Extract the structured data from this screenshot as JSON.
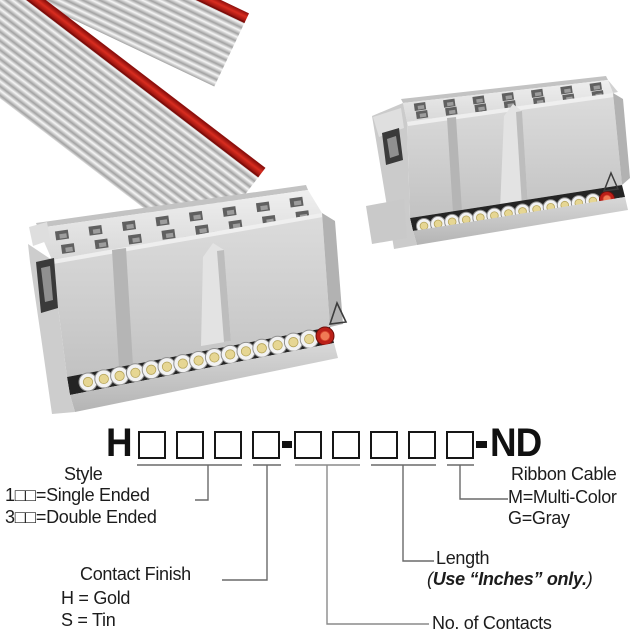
{
  "product_photo": {
    "description_colors": {
      "cable_gray": "#c6c6c6",
      "stripe_red": "#c21b15",
      "connector_gray": "#d2d2d2",
      "contact_gold": "#e6d693",
      "pin1_red": "#bb2018"
    },
    "left_connector_contacts": 16,
    "right_connector_contacts": 14
  },
  "part_number": {
    "prefix": "H",
    "group1_boxes": 4,
    "separator": "-",
    "group2_boxes": 5,
    "suffix": "ND"
  },
  "legend": {
    "style": {
      "title": "Style",
      "option1": "1□□=Single Ended",
      "option2": "3□□=Double Ended"
    },
    "contact_finish": {
      "title": "Contact Finish",
      "option1": "H = Gold",
      "option2": "S = Tin"
    },
    "num_contacts": {
      "title": "No. of Contacts"
    },
    "length": {
      "title": "Length",
      "note_open": "(",
      "note": "Use “Inches” only.",
      "note_close": ")"
    },
    "ribbon_cable": {
      "title": "Ribbon Cable",
      "option1": "M=Multi-Color",
      "option2": "G=Gray"
    }
  }
}
